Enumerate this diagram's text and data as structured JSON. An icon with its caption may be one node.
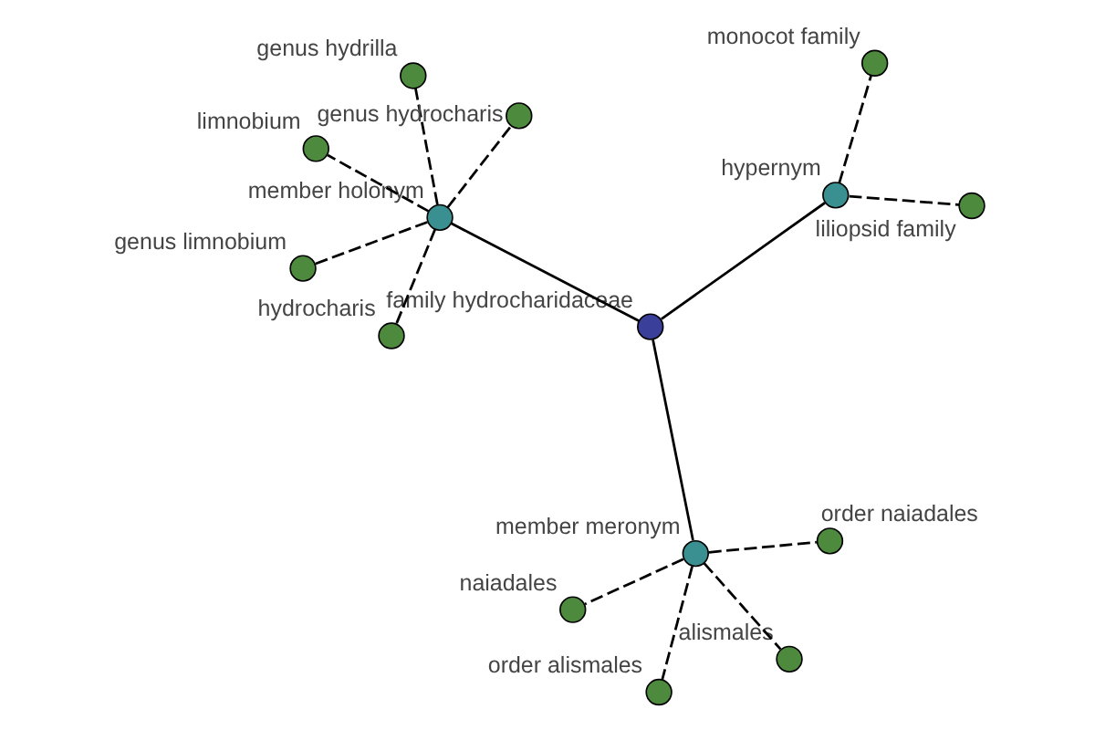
{
  "diagram": {
    "nodes": [
      {
        "text": [
          "family hydrocharidaceae"
        ]
      },
      {
        "text": [
          "member holonym"
        ]
      },
      {
        "text": [
          "hydrocharis"
        ]
      },
      {
        "text": [
          "genus hydrilla"
        ]
      },
      {
        "text": [
          "genus hydrocharis"
        ]
      },
      {
        "text": [
          "limnobium"
        ]
      },
      {
        "text": [
          "genus limnobium"
        ]
      },
      {
        "text": [
          "member meronym"
        ]
      },
      {
        "text": [
          "order alismales"
        ]
      },
      {
        "text": [
          "order naiadales"
        ]
      },
      {
        "text": [
          "alismales"
        ]
      },
      {
        "text": [
          "naiadales"
        ]
      },
      {
        "text": [
          "hypernym"
        ]
      },
      {
        "text": [
          "liliopsid family"
        ]
      },
      {
        "text": [
          "monocot family"
        ]
      }
    ],
    "edges": [
      {
        "from": 0,
        "to": 1,
        "arrow": "none"
      },
      {
        "from": 1,
        "to": 2,
        "arrow": "none",
        "style": "dashed"
      },
      {
        "from": 1,
        "to": 3,
        "arrow": "none",
        "style": "dashed"
      },
      {
        "from": 1,
        "to": 4,
        "arrow": "none",
        "style": "dashed"
      },
      {
        "from": 1,
        "to": 5,
        "arrow": "none",
        "style": "dashed"
      },
      {
        "from": 1,
        "to": 6,
        "arrow": "none",
        "style": "dashed"
      },
      {
        "from": 0,
        "to": 7,
        "arrow": "none"
      },
      {
        "from": 7,
        "to": 8,
        "arrow": "none",
        "style": "dashed"
      },
      {
        "from": 7,
        "to": 9,
        "arrow": "none",
        "style": "dashed"
      },
      {
        "from": 7,
        "to": 10,
        "arrow": "none",
        "style": "dashed"
      },
      {
        "from": 7,
        "to": 11,
        "arrow": "none",
        "style": "dashed"
      },
      {
        "from": 0,
        "to": 12,
        "arrow": "none"
      },
      {
        "from": 12,
        "to": 13,
        "arrow": "none",
        "style": "dashed"
      },
      {
        "from": 12,
        "to": 14,
        "arrow": "none",
        "style": "dashed"
      }
    ]
  }
}
